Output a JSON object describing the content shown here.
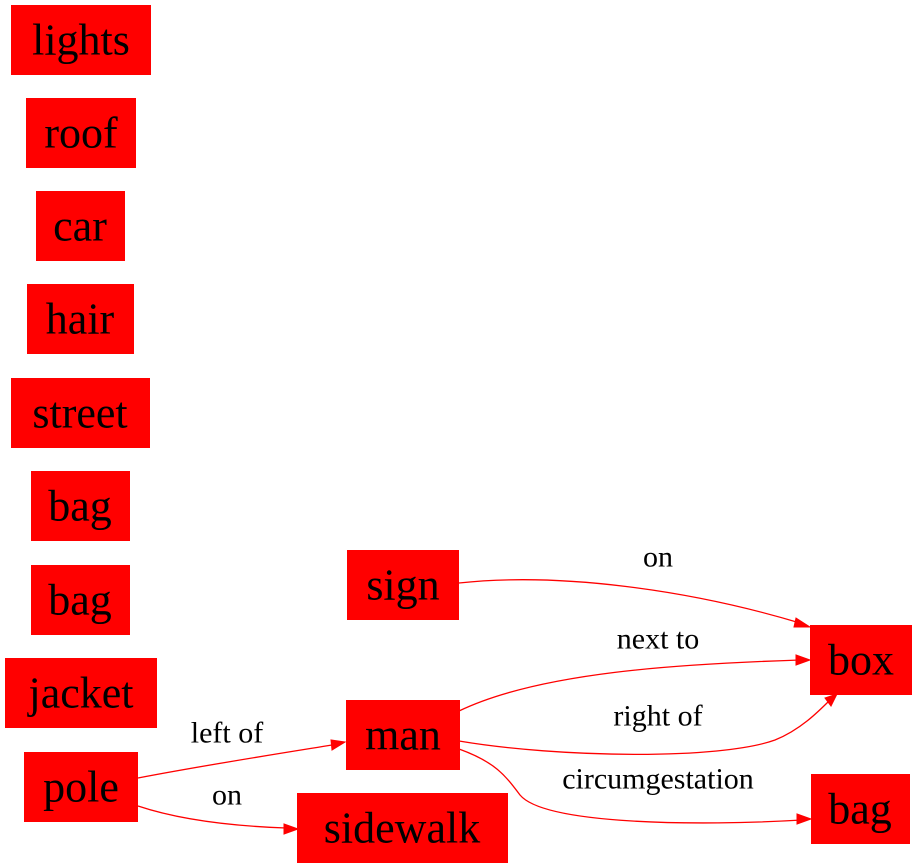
{
  "colors": {
    "node_fill": "#ff0000",
    "edge": "#ff0000",
    "text": "#000000",
    "background": "#ffffff"
  },
  "nodes": [
    {
      "id": "lights",
      "label": "lights"
    },
    {
      "id": "roof",
      "label": "roof"
    },
    {
      "id": "car",
      "label": "car"
    },
    {
      "id": "hair",
      "label": "hair"
    },
    {
      "id": "street",
      "label": "street"
    },
    {
      "id": "bag1",
      "label": "bag"
    },
    {
      "id": "bag2",
      "label": "bag"
    },
    {
      "id": "jacket",
      "label": "jacket"
    },
    {
      "id": "pole",
      "label": "pole"
    },
    {
      "id": "sign",
      "label": "sign"
    },
    {
      "id": "man",
      "label": "man"
    },
    {
      "id": "sidewalk",
      "label": "sidewalk"
    },
    {
      "id": "box",
      "label": "box"
    },
    {
      "id": "bag3",
      "label": "bag"
    }
  ],
  "edges": [
    {
      "id": "sign-on-box",
      "from": "sign",
      "to": "box",
      "label": "on"
    },
    {
      "id": "man-nextto-box",
      "from": "man",
      "to": "box",
      "label": "next to"
    },
    {
      "id": "man-rightof-box",
      "from": "man",
      "to": "box",
      "label": "right of"
    },
    {
      "id": "man-circumgestation-bag",
      "from": "man",
      "to": "bag3",
      "label": "circumgestation"
    },
    {
      "id": "pole-leftof-man",
      "from": "pole",
      "to": "man",
      "label": "left of"
    },
    {
      "id": "pole-on-sidewalk",
      "from": "pole",
      "to": "sidewalk",
      "label": "on"
    }
  ]
}
